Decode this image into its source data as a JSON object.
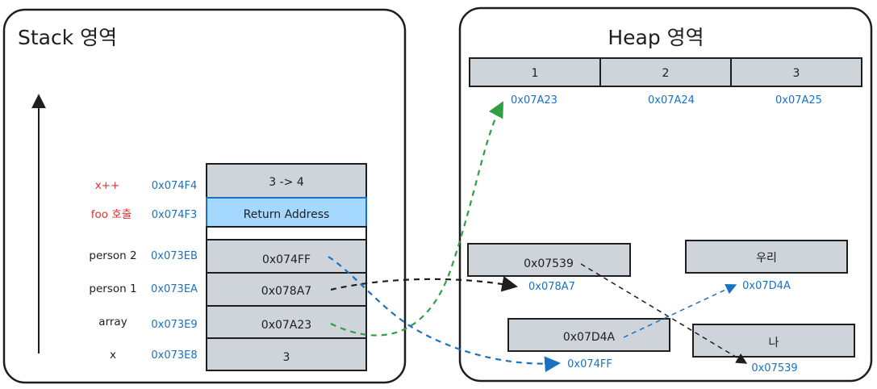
{
  "stack": {
    "title": "Stack 영역",
    "frames": [
      {
        "var": "x++",
        "addr": "0x074F4",
        "value": "3 -> 4",
        "highlight": false,
        "var_color": "#e03131"
      },
      {
        "var": "foo 호출",
        "addr": "0x074F3",
        "value": "Return Address",
        "highlight": true,
        "var_color": "#e03131"
      },
      {
        "var": "person 2",
        "addr": "0x073EB",
        "value": "0x074FF",
        "highlight": false,
        "var_color": "#1e1e1e"
      },
      {
        "var": "person 1",
        "addr": "0x073EA",
        "value": "0x078A7",
        "highlight": false,
        "var_color": "#1e1e1e"
      },
      {
        "var": "array",
        "addr": "0x073E9",
        "value": "0x07A23",
        "highlight": false,
        "var_color": "#1e1e1e"
      },
      {
        "var": "x",
        "addr": "0x073E8",
        "value": "3",
        "highlight": false,
        "var_color": "#1e1e1e"
      }
    ]
  },
  "heap": {
    "title": "Heap 영역",
    "array_cells": [
      {
        "value": "1",
        "addr": "0x07A23"
      },
      {
        "value": "2",
        "addr": "0x07A24"
      },
      {
        "value": "3",
        "addr": "0x07A25"
      }
    ],
    "objects": [
      {
        "id": "person1",
        "value": "0x07539",
        "addr": "0x078A7"
      },
      {
        "id": "uri",
        "value": "우리",
        "addr": "0x07D4A"
      },
      {
        "id": "person2",
        "value": "0x07D4A",
        "addr": "0x074FF"
      },
      {
        "id": "na",
        "value": "나",
        "addr": "0x07539"
      }
    ]
  },
  "colors": {
    "stroke": "#1e1e1e",
    "cell_fill": "#ced4da",
    "highlight_fill": "#a5d8ff",
    "highlight_stroke": "#1971c2",
    "address_text": "#1971c2",
    "label_red": "#e03131",
    "arrow_green": "#2f9e44",
    "arrow_blue": "#1971c2",
    "arrow_black": "#1e1e1e"
  }
}
